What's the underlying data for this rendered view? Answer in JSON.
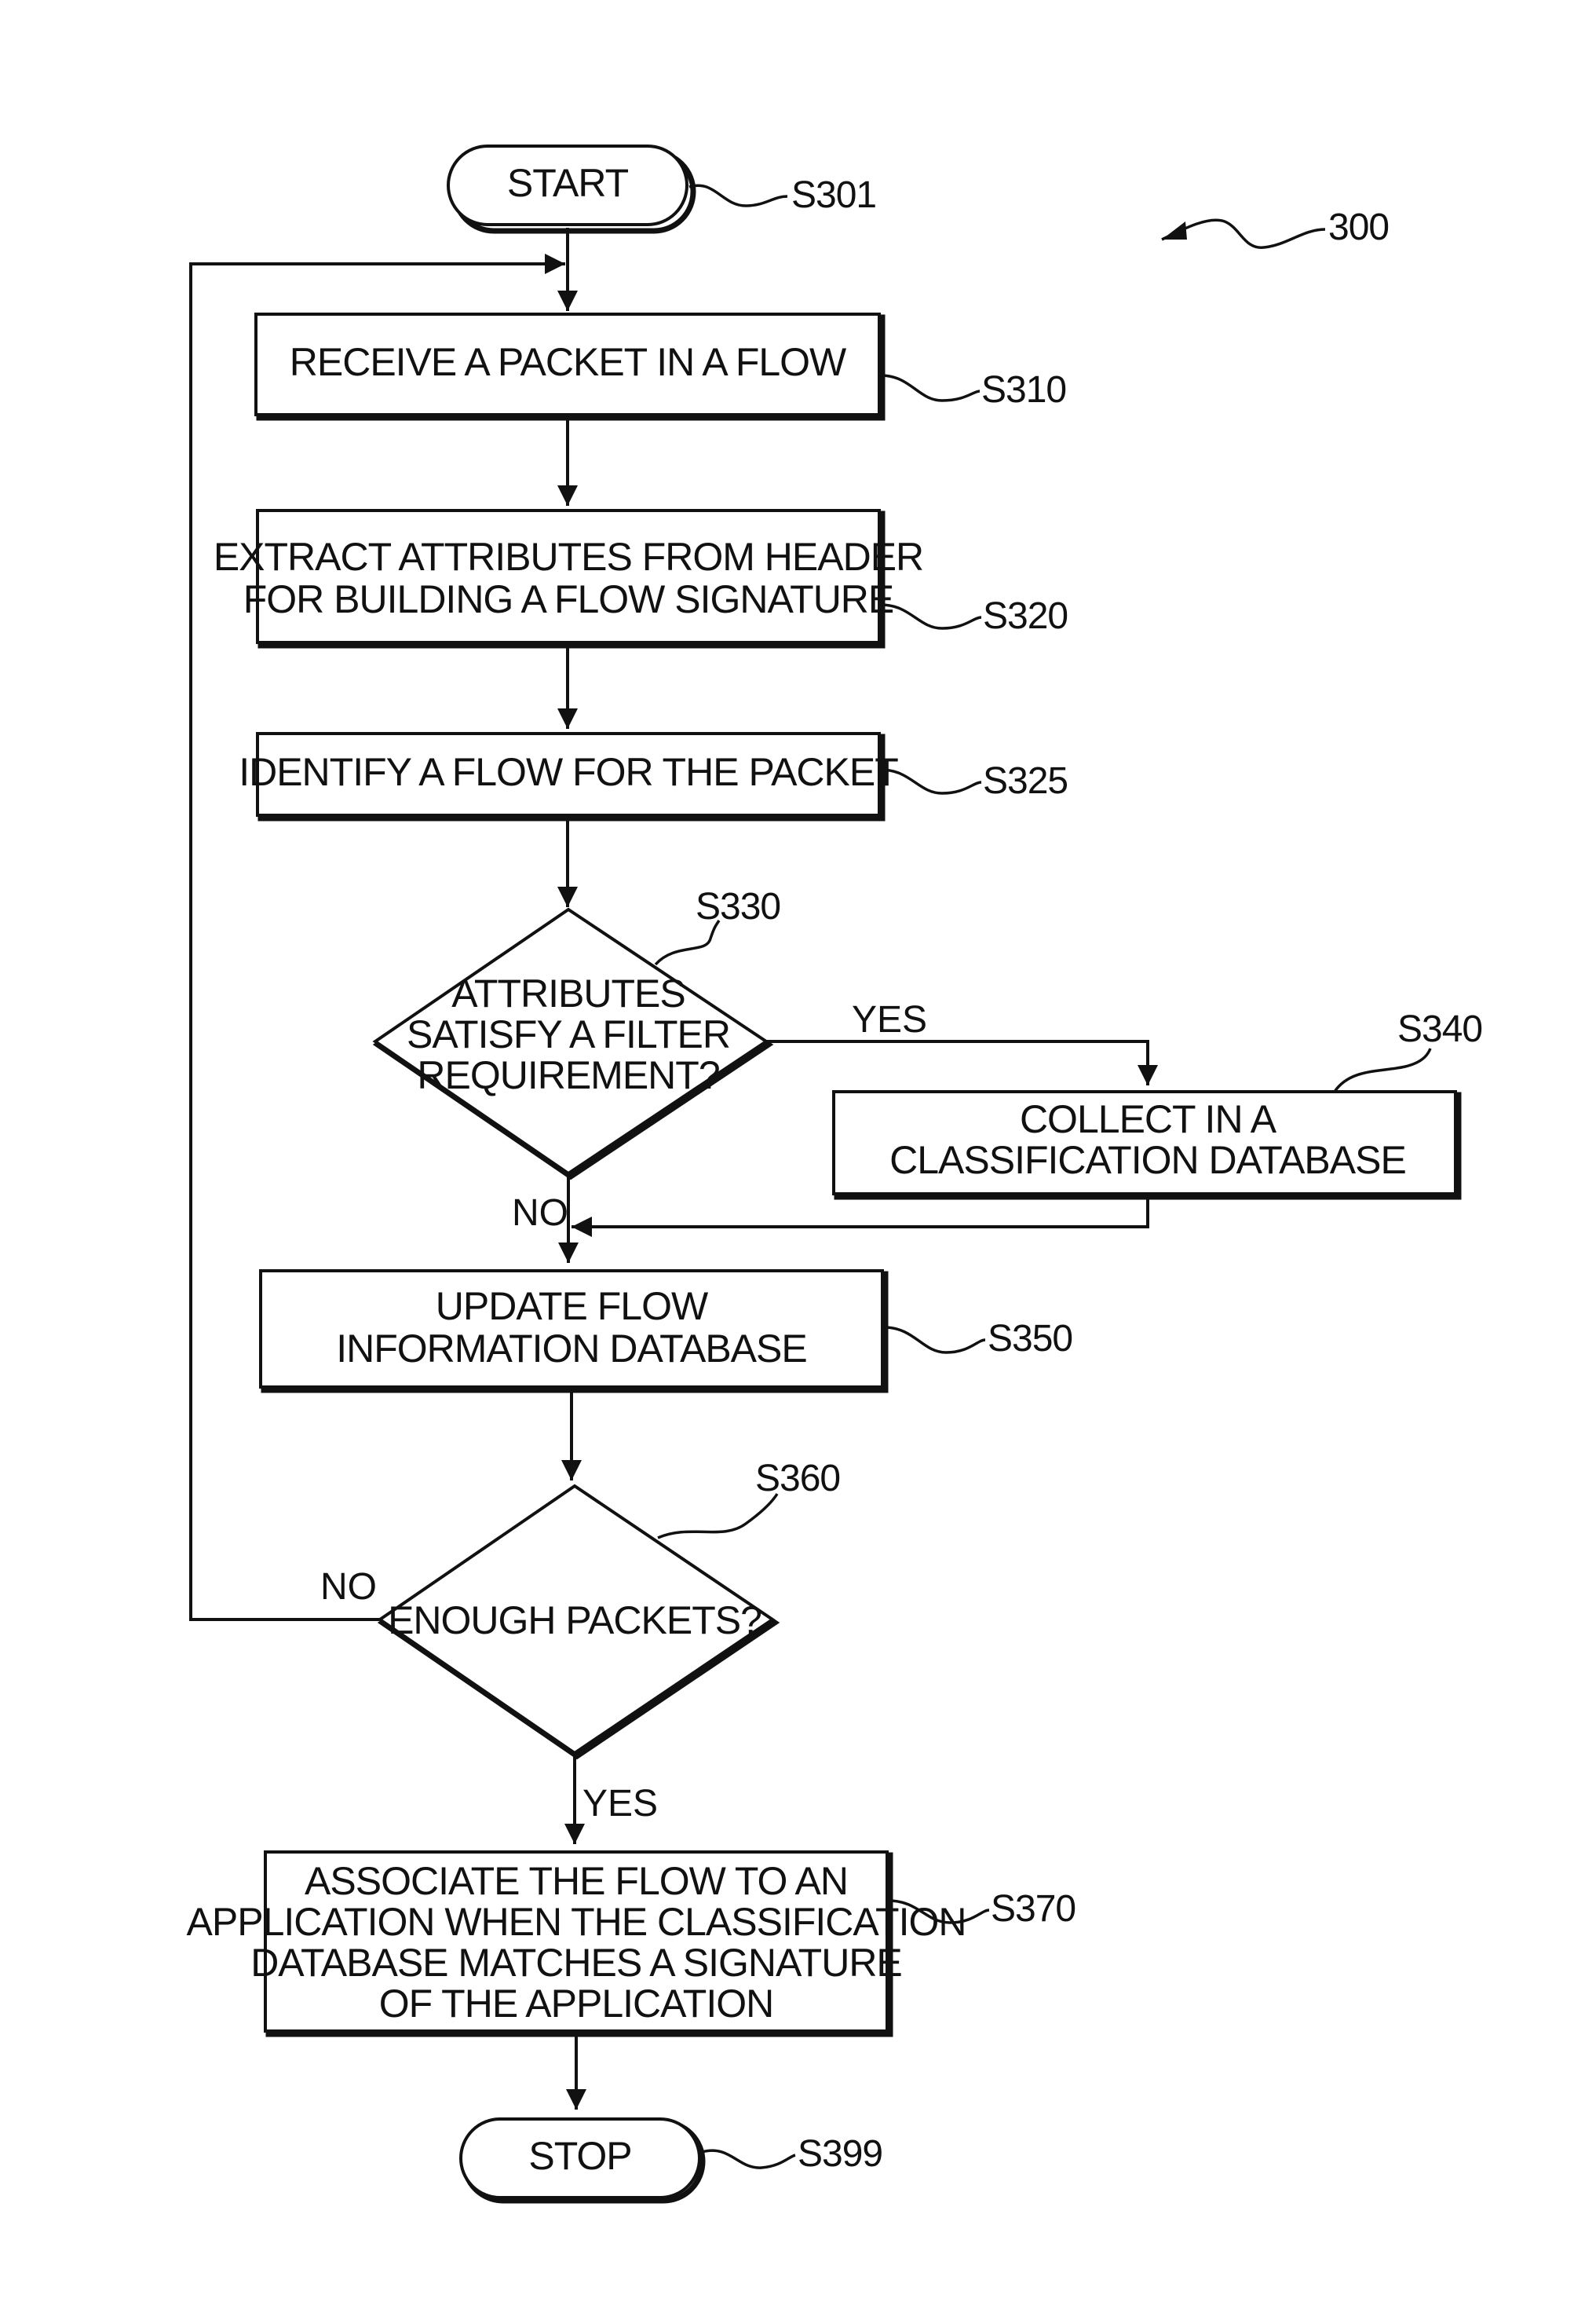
{
  "figure": {
    "ref_label": "300",
    "start": {
      "label": "START",
      "ref": "S301"
    },
    "stop": {
      "label": "STOP",
      "ref": "S399"
    },
    "steps": [
      {
        "id": "s310",
        "ref": "S310",
        "lines": [
          "RECEIVE A PACKET IN A FLOW"
        ]
      },
      {
        "id": "s320",
        "ref": "S320",
        "lines": [
          "EXTRACT ATTRIBUTES FROM HEADER",
          "FOR BUILDING A FLOW SIGNATURE"
        ]
      },
      {
        "id": "s325",
        "ref": "S325",
        "lines": [
          "IDENTIFY A FLOW FOR THE PACKET"
        ]
      },
      {
        "id": "s340",
        "ref": "S340",
        "lines": [
          "COLLECT IN A",
          "CLASSIFICATION DATABASE"
        ]
      },
      {
        "id": "s350",
        "ref": "S350",
        "lines": [
          "UPDATE FLOW",
          "INFORMATION DATABASE"
        ]
      },
      {
        "id": "s370",
        "ref": "S370",
        "lines": [
          "ASSOCIATE THE FLOW TO AN",
          "APPLICATION WHEN THE CLASSIFICATION",
          "DATABASE MATCHES A SIGNATURE",
          "OF THE APPLICATION"
        ]
      }
    ],
    "decisions": [
      {
        "id": "s330",
        "ref": "S330",
        "lines": [
          "ATTRIBUTES",
          "SATISFY A FILTER",
          "REQUIREMENT?"
        ],
        "yes_label": "YES",
        "no_label": "NO"
      },
      {
        "id": "s360",
        "ref": "S360",
        "lines": [
          "ENOUGH PACKETS?"
        ],
        "yes_label": "YES",
        "no_label": "NO"
      }
    ]
  }
}
